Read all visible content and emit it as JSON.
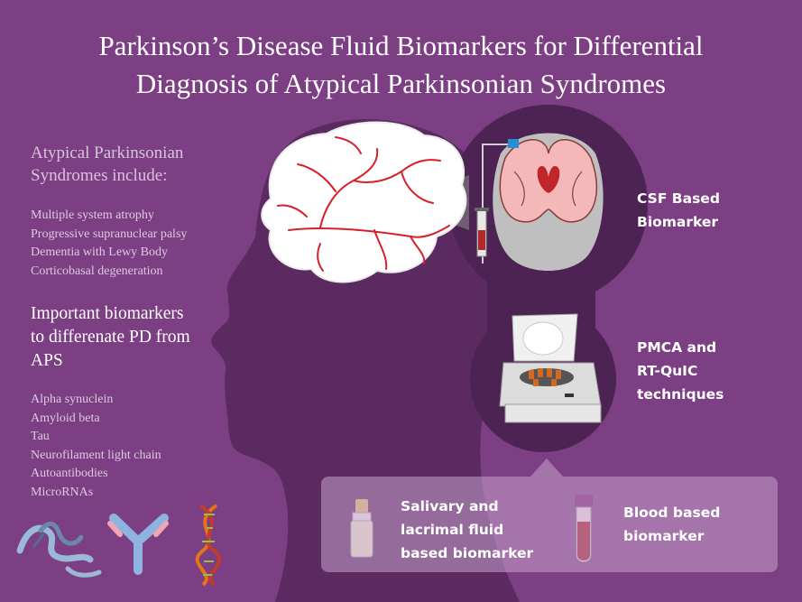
{
  "title": {
    "line1": "Parkinson’s Disease Fluid Biomarkers for Differential",
    "line2": "Diagnosis of Atypical Parkinsonian Syndromes"
  },
  "aps": {
    "heading_line1": "Atypical Parkinsonian",
    "heading_line2": "Syndromes include:",
    "items": [
      "Multiple system atrophy",
      "Progressive supranuclear palsy",
      "Dementia with Lewy Body",
      "Corticobasal degeneration"
    ]
  },
  "biomarkers": {
    "heading_line1": "Important biomarkers",
    "heading_line2": "to differenate PD from",
    "heading_line3": "APS",
    "items": [
      "Alpha synuclein",
      "Amyloid beta",
      "Tau",
      "Neurofilament light chain",
      "Autoantibodies",
      "MicroRNAs"
    ]
  },
  "csf": {
    "line1": "CSF Based",
    "line2": "Biomarker"
  },
  "pmca": {
    "line1": "PMCA and",
    "line2": "RT-QuIC",
    "line3": "techniques"
  },
  "saliva": {
    "line1": "Salivary and",
    "line2": "lacrimal fluid",
    "line3": "based biomarker"
  },
  "blood": {
    "line1": "Blood based",
    "line2": "biomarker"
  },
  "icons": [
    "protein-ribbon-icon",
    "antibody-icon",
    "dna-helix-icon",
    "brain-icon",
    "head-silhouette-icon",
    "coronal-brain-icon",
    "syringe-icon",
    "centrifuge-icon",
    "dropper-bottle-icon",
    "blood-tube-icon"
  ],
  "colors": {
    "background": "#7c3f83",
    "head_silhouette": "#5a2a60",
    "circle_dark": "#4c2352",
    "brain_vessels": "#d6202a",
    "blood": "#a4161f",
    "panel": "#c4a0ca"
  }
}
